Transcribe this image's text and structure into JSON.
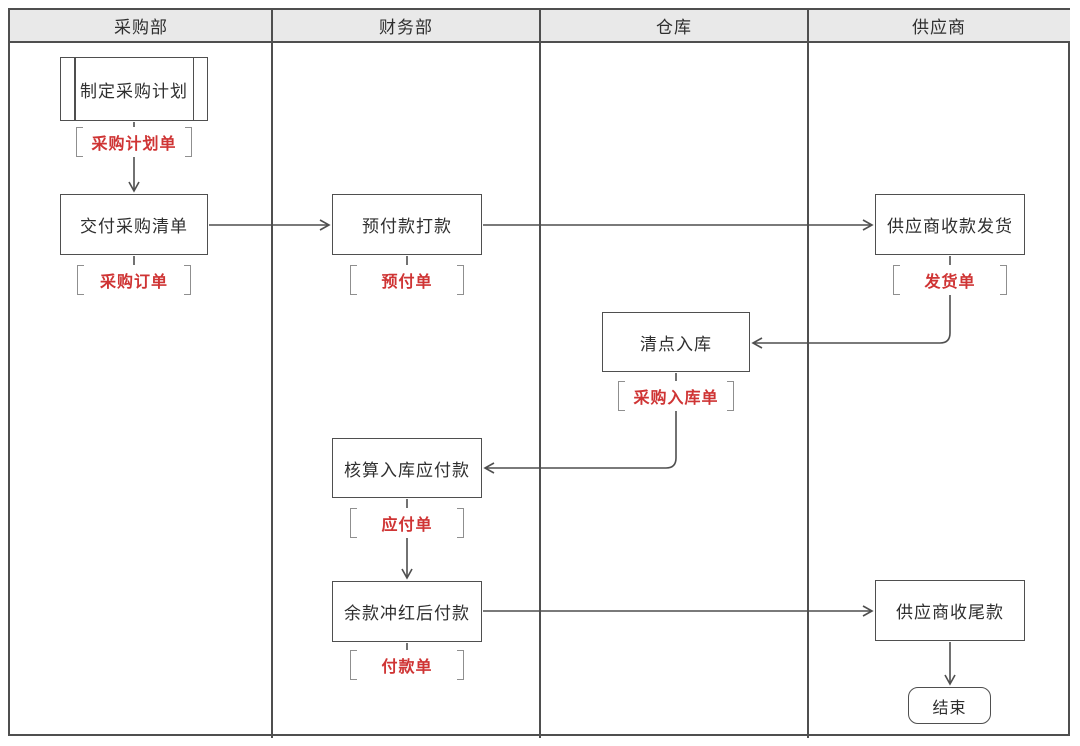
{
  "lanes": [
    {
      "label": "采购部"
    },
    {
      "label": "财务部"
    },
    {
      "label": "仓库"
    },
    {
      "label": "供应商"
    }
  ],
  "nodes": {
    "make_plan": "制定采购计划",
    "deliver_list": "交付采购清单",
    "prepay": "预付款打款",
    "supplier_ship": "供应商收款发货",
    "inventory_in": "清点入库",
    "calc_payable": "核算入库应付款",
    "final_payment": "余款冲红后付款",
    "supplier_final": "供应商收尾款",
    "end": "结束"
  },
  "documents": {
    "plan_doc": "采购计划单",
    "order_doc": "采购订单",
    "prepay_doc": "预付单",
    "ship_doc": "发货单",
    "inbound_doc": "采购入库单",
    "payable_doc": "应付单",
    "payment_doc": "付款单"
  },
  "colors": {
    "line": "#4f4f4f",
    "header_bg": "#e9e9e9",
    "doc_text": "#cf3434",
    "bracket": "#8f8f8f",
    "node_text": "#2f2f2f",
    "background": "#ffffff"
  }
}
